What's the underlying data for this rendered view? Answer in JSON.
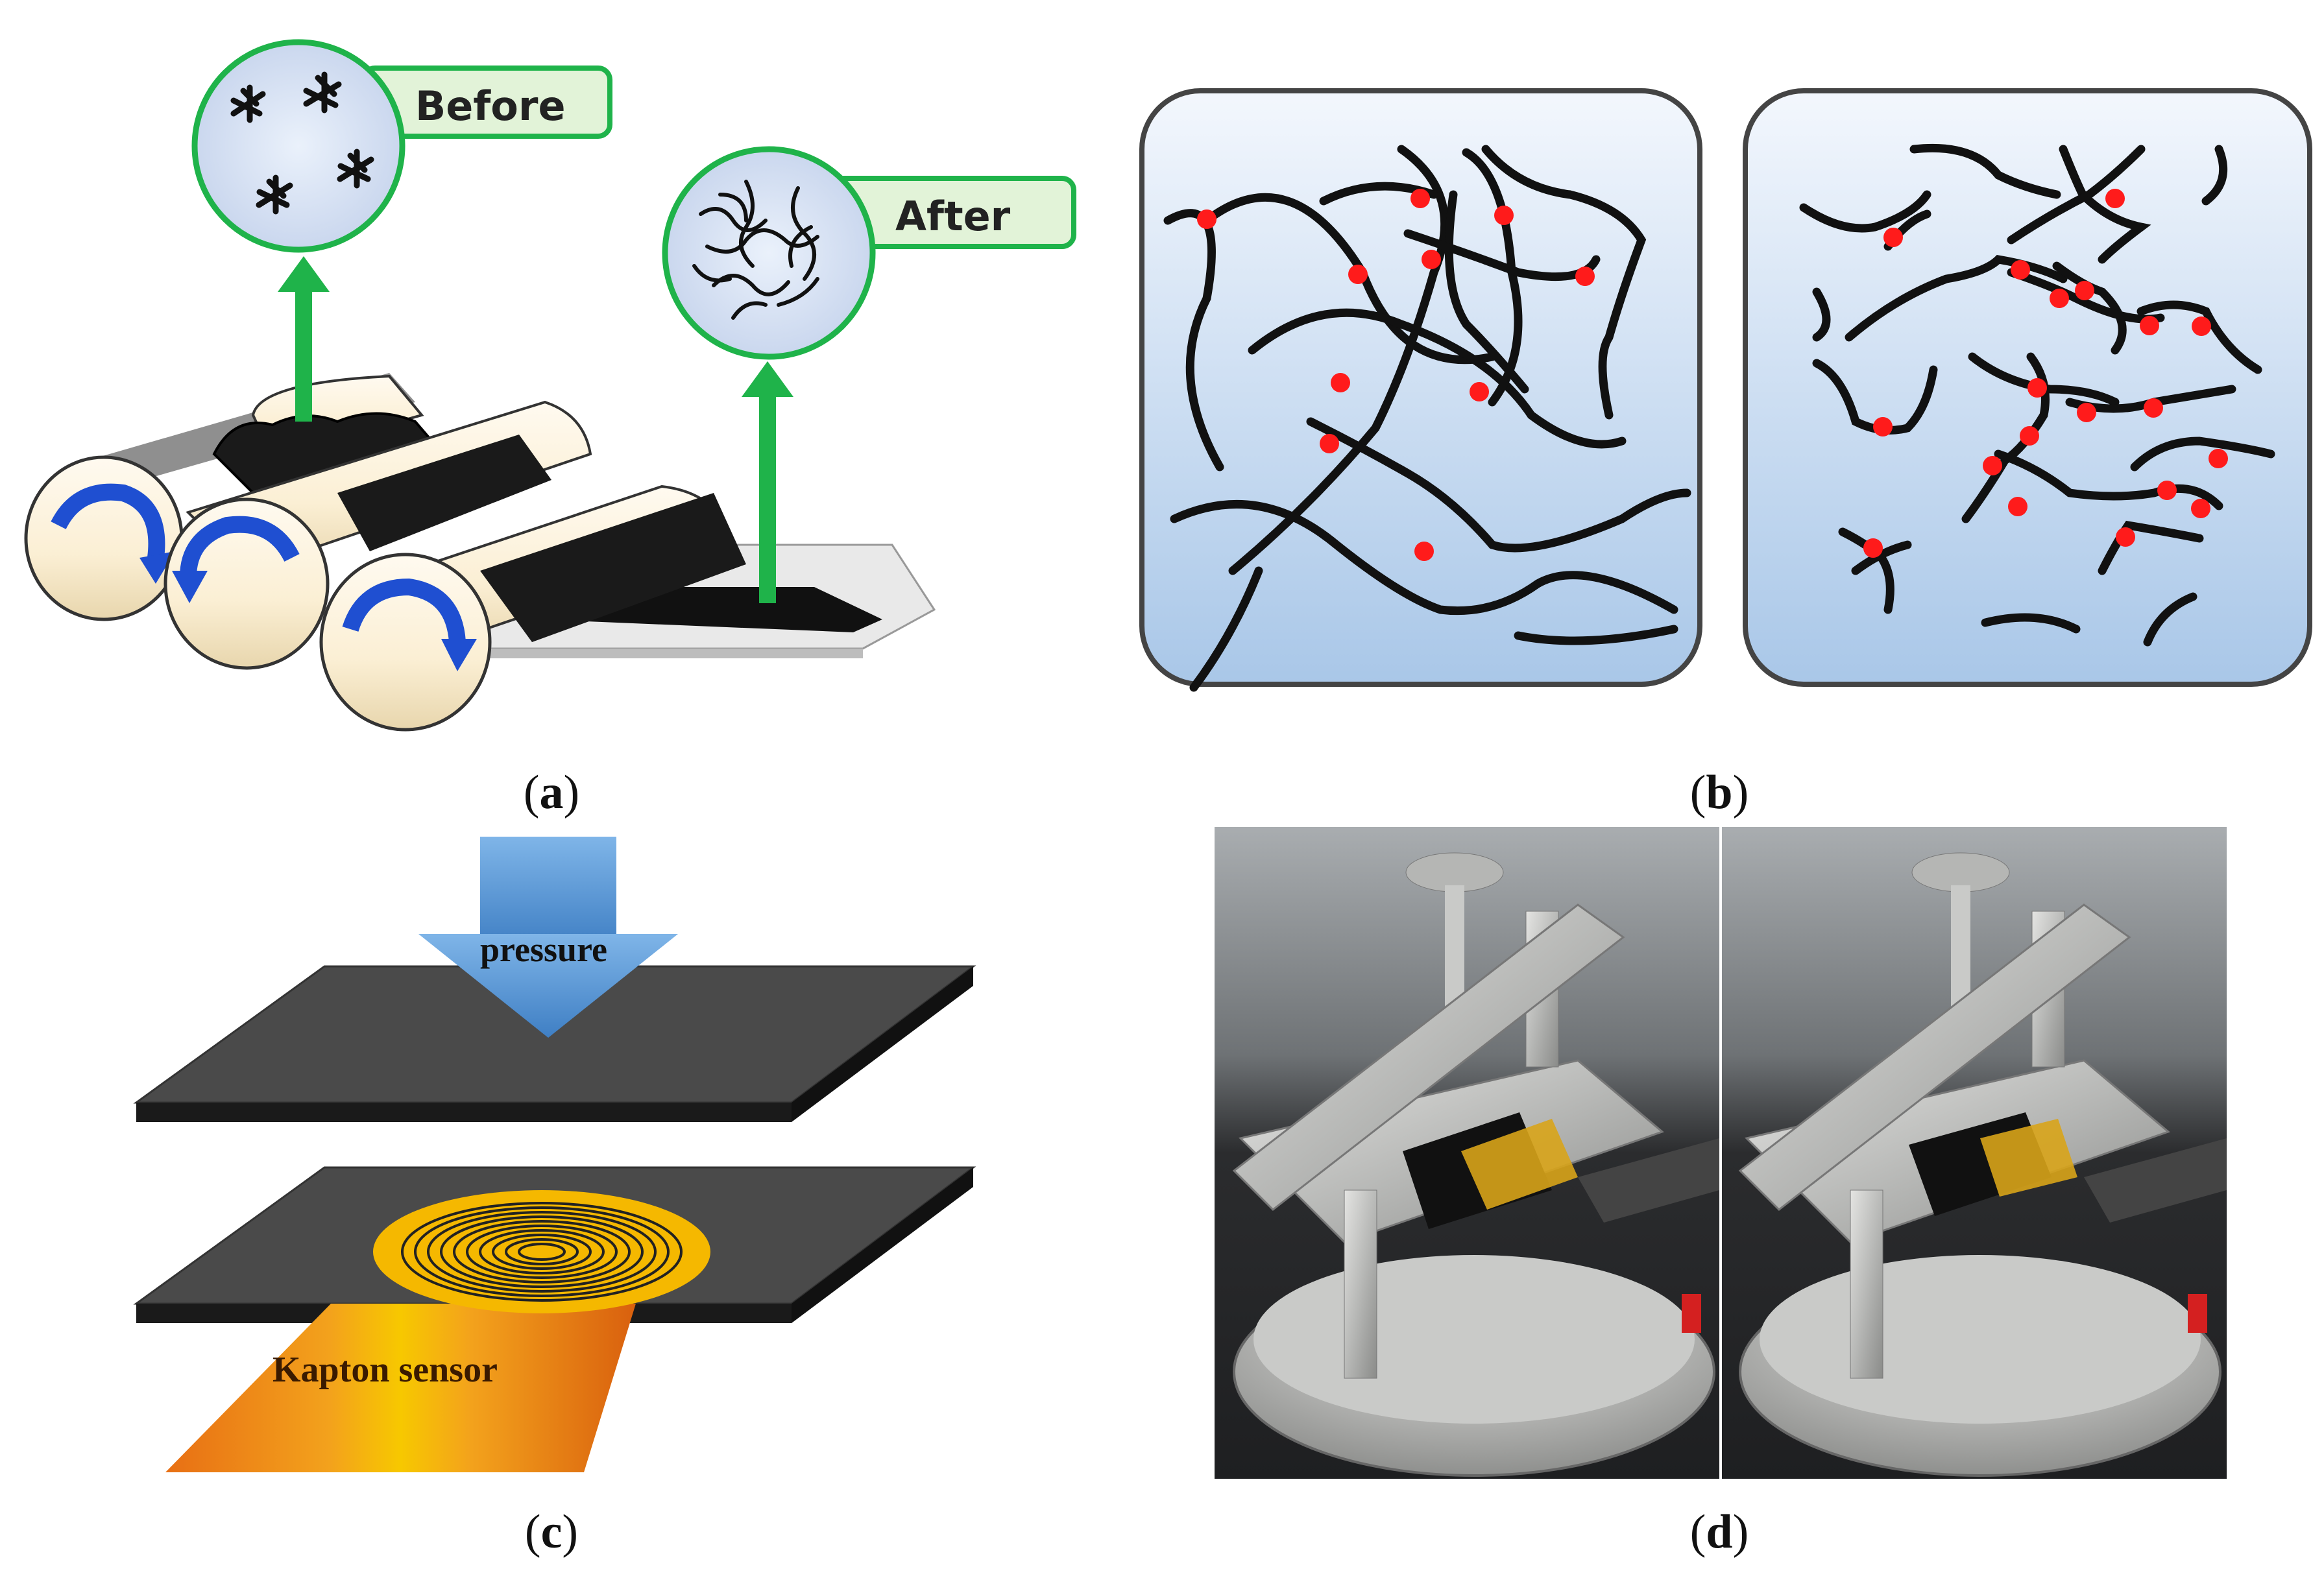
{
  "panel_a": {
    "before_label": "Before",
    "after_label": "After",
    "caption_letter": "a"
  },
  "panel_b": {
    "caption_letter": "b"
  },
  "panel_c": {
    "pressure_label": "pressure",
    "kapton_label": "Kapton sensor",
    "caption_letter": "c"
  },
  "panel_d": {
    "caption_letter": "d"
  },
  "colors": {
    "green": "#1fb34a",
    "roller": "#fbf1d9",
    "arrow_blue": "#1f4fd1",
    "crosslink_red": "#ff1b1b",
    "plate": "#3d3d3d",
    "kapton_orange": "#f28b1e",
    "kapton_gold": "#f5b800",
    "pressure_blue": "#5b9bd9"
  }
}
